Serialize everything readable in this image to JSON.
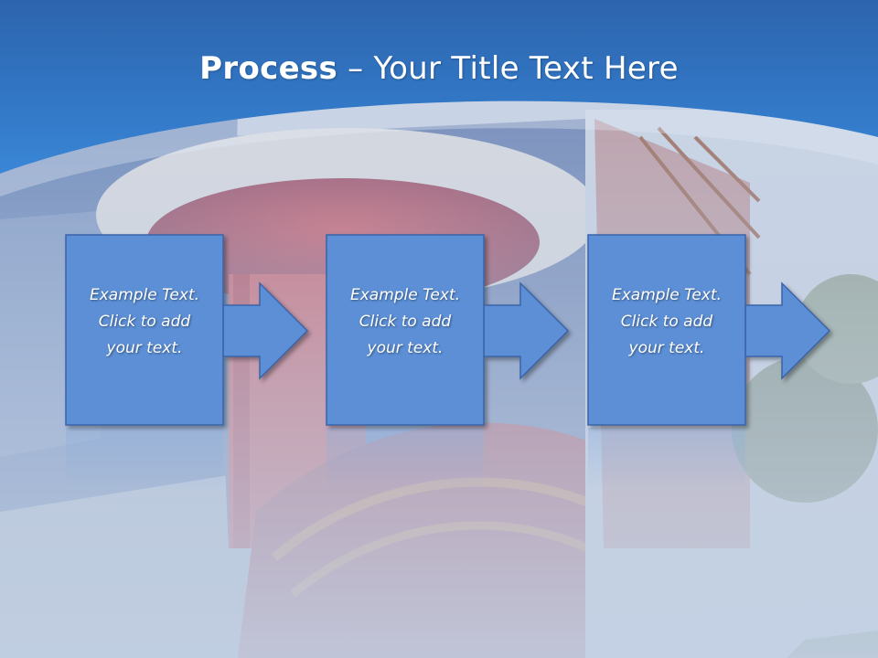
{
  "slide": {
    "title_bold": "Process",
    "title_rest": " – Your Title Text Here",
    "steps": [
      {
        "line1": "Example Text.",
        "line2": "Click  to add",
        "line3": "your text."
      },
      {
        "line1": "Example Text.",
        "line2": "Click  to add",
        "line3": "your text."
      },
      {
        "line1": "Example Text.",
        "line2": "Click  to add",
        "line3": "your text."
      }
    ]
  },
  "colors": {
    "header_blue": "#2f74c3",
    "box_fill": "#5b8fd6",
    "box_border": "#3a64a8",
    "arrow_fill": "#5b8fd6"
  },
  "icons": [
    "right-arrow-icon"
  ]
}
